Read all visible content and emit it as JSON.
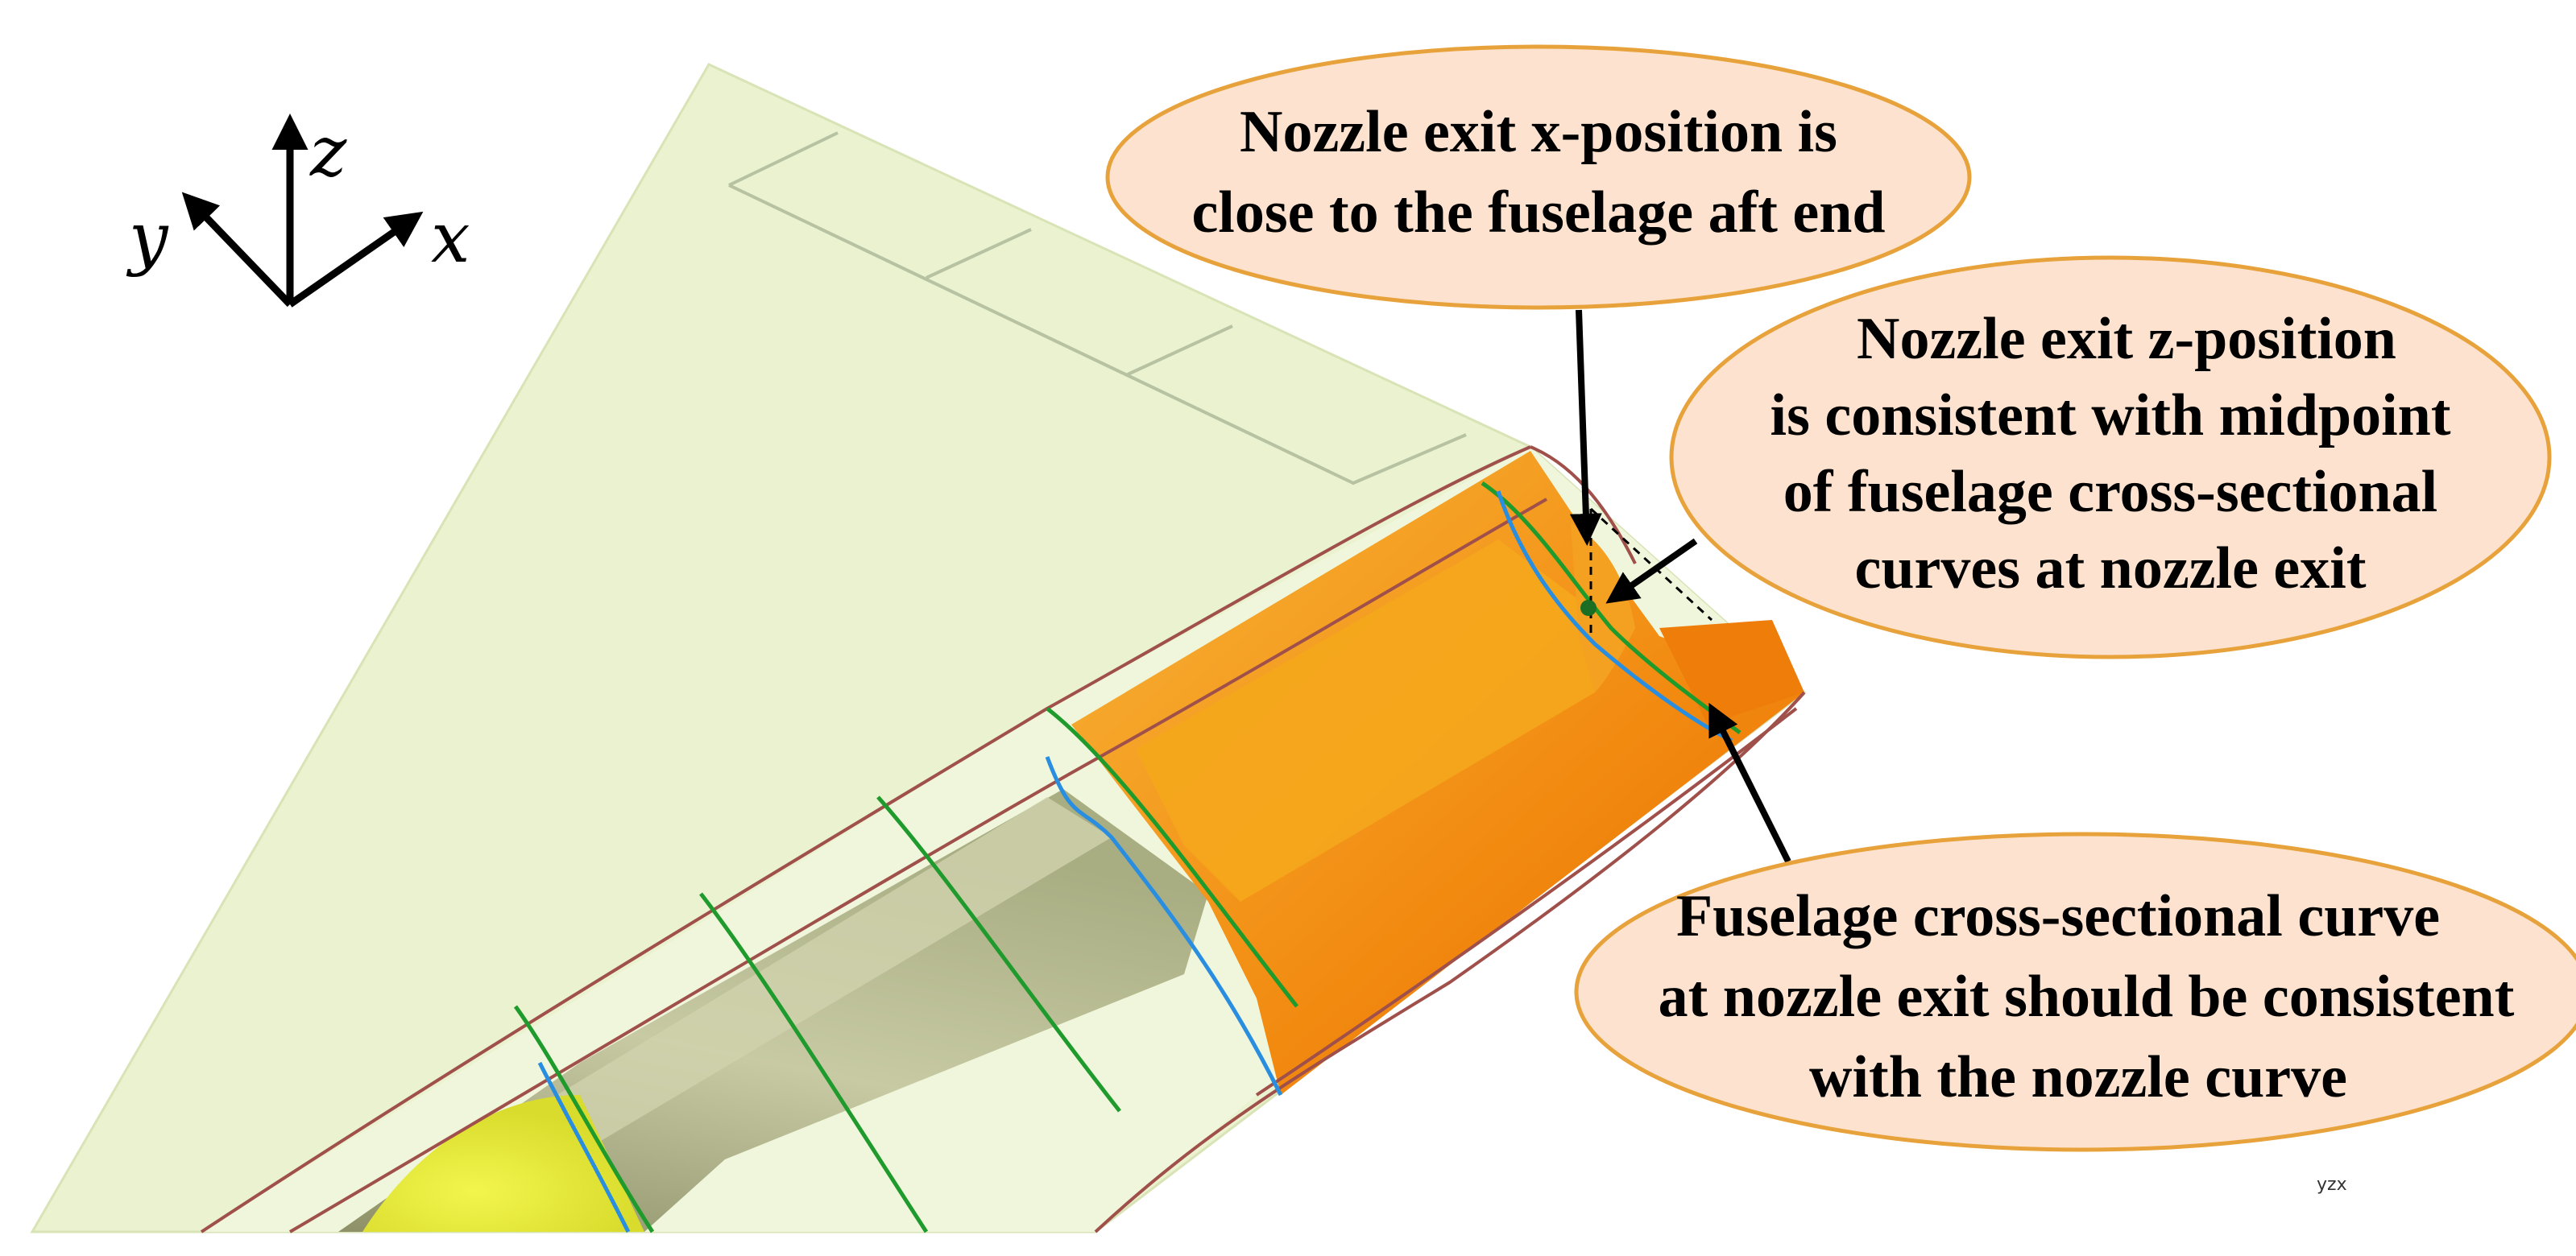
{
  "axes": {
    "x": "x",
    "y": "y",
    "z": "z"
  },
  "corner_triad": "yzx",
  "callouts": [
    {
      "id": "nozzle-x",
      "lines": [
        "Nozzle exit x-position is",
        "close to the fuselage aft end"
      ]
    },
    {
      "id": "nozzle-z",
      "lines": [
        "Nozzle exit z-position",
        "is consistent with midpoint",
        "of fuselage cross-sectional",
        "curves at nozzle exit"
      ]
    },
    {
      "id": "cross-section",
      "lines": [
        "Fuselage cross-sectional curve",
        "at nozzle exit should be consistent",
        "with the nozzle curve"
      ]
    }
  ],
  "colors": {
    "wing": "#eaf2cf",
    "fuselage_outline": "#a0504a",
    "nozzle": "#f57c00",
    "nozzle_light": "#f9a825",
    "duct": "#b5b98e",
    "duct_yellow": "#ecef3a",
    "section_green": "#1f9a2c",
    "section_blue": "#2a8ee0",
    "callout_fill": "#fde3cf",
    "callout_stroke": "#e8a23b"
  }
}
